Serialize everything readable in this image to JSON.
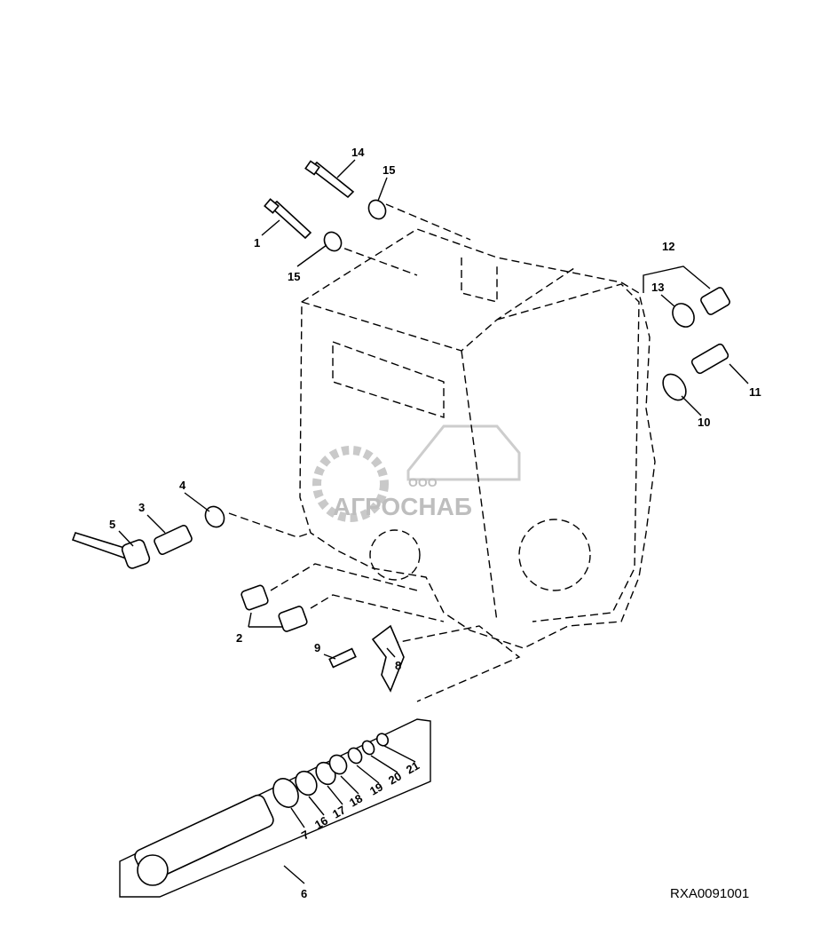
{
  "diagram": {
    "drawing_code": "RXA0091001",
    "watermark": {
      "line1": "ООО",
      "line2": "АГРОСНАБ"
    },
    "callouts": [
      {
        "id": "14",
        "label": "14"
      },
      {
        "id": "15a",
        "label": "15"
      },
      {
        "id": "1",
        "label": "1"
      },
      {
        "id": "15b",
        "label": "15"
      },
      {
        "id": "12",
        "label": "12"
      },
      {
        "id": "13",
        "label": "13"
      },
      {
        "id": "11",
        "label": "11"
      },
      {
        "id": "10",
        "label": "10"
      },
      {
        "id": "4",
        "label": "4"
      },
      {
        "id": "3",
        "label": "3"
      },
      {
        "id": "5",
        "label": "5"
      },
      {
        "id": "2",
        "label": "2"
      },
      {
        "id": "9",
        "label": "9"
      },
      {
        "id": "8",
        "label": "8"
      },
      {
        "id": "7",
        "label": "7"
      },
      {
        "id": "16",
        "label": "16"
      },
      {
        "id": "17",
        "label": "17"
      },
      {
        "id": "18",
        "label": "18"
      },
      {
        "id": "19",
        "label": "19"
      },
      {
        "id": "20",
        "label": "20"
      },
      {
        "id": "21",
        "label": "21"
      },
      {
        "id": "6",
        "label": "6"
      }
    ]
  }
}
